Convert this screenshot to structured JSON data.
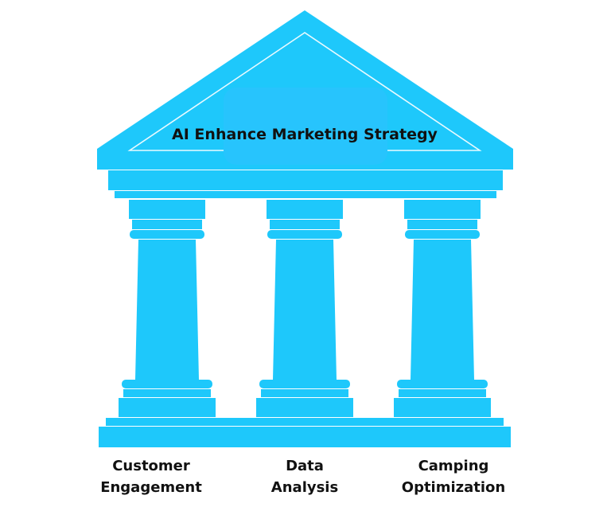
{
  "diagram": {
    "title": "AI Enhance Marketing Strategy",
    "pillars": [
      {
        "line1": "Customer",
        "line2": "Engagement"
      },
      {
        "line1": "Data",
        "line2": "Analysis"
      },
      {
        "line1": "Camping",
        "line2": "Optimization"
      }
    ]
  },
  "colors": {
    "temple": "#1ec8fb",
    "title_box": "#27c4fd",
    "outline": "#e8faff",
    "label_text": "#111111"
  }
}
